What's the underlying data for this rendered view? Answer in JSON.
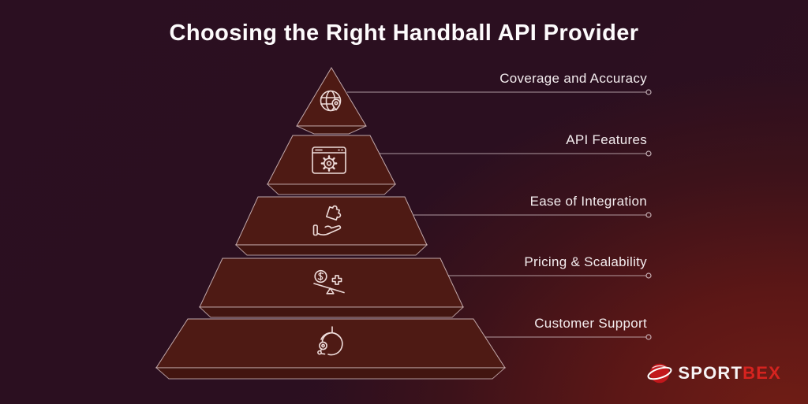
{
  "title": "Choosing the Right Handball API Provider",
  "levels": [
    {
      "label": "Coverage and Accuracy",
      "icon": "globe-location-icon"
    },
    {
      "label": "API Features",
      "icon": "browser-gear-icon"
    },
    {
      "label": "Ease of Integration",
      "icon": "hand-puzzle-icon"
    },
    {
      "label": "Pricing & Scalability",
      "icon": "price-scale-icon"
    },
    {
      "label": "Customer Support",
      "icon": "customer-support-icon"
    }
  ],
  "logo": {
    "name": "SPORTBEX",
    "part1": "SPORT",
    "part2": "BEX"
  },
  "colors": {
    "background_purple": "#2b0f20",
    "background_red_glow": "#701d15",
    "pyramid_face": "#4e1a14",
    "pyramid_underside": "#421510",
    "outline": "#d9c3c4",
    "label_text": "#f3ecee",
    "brand_red": "#d6231f"
  }
}
